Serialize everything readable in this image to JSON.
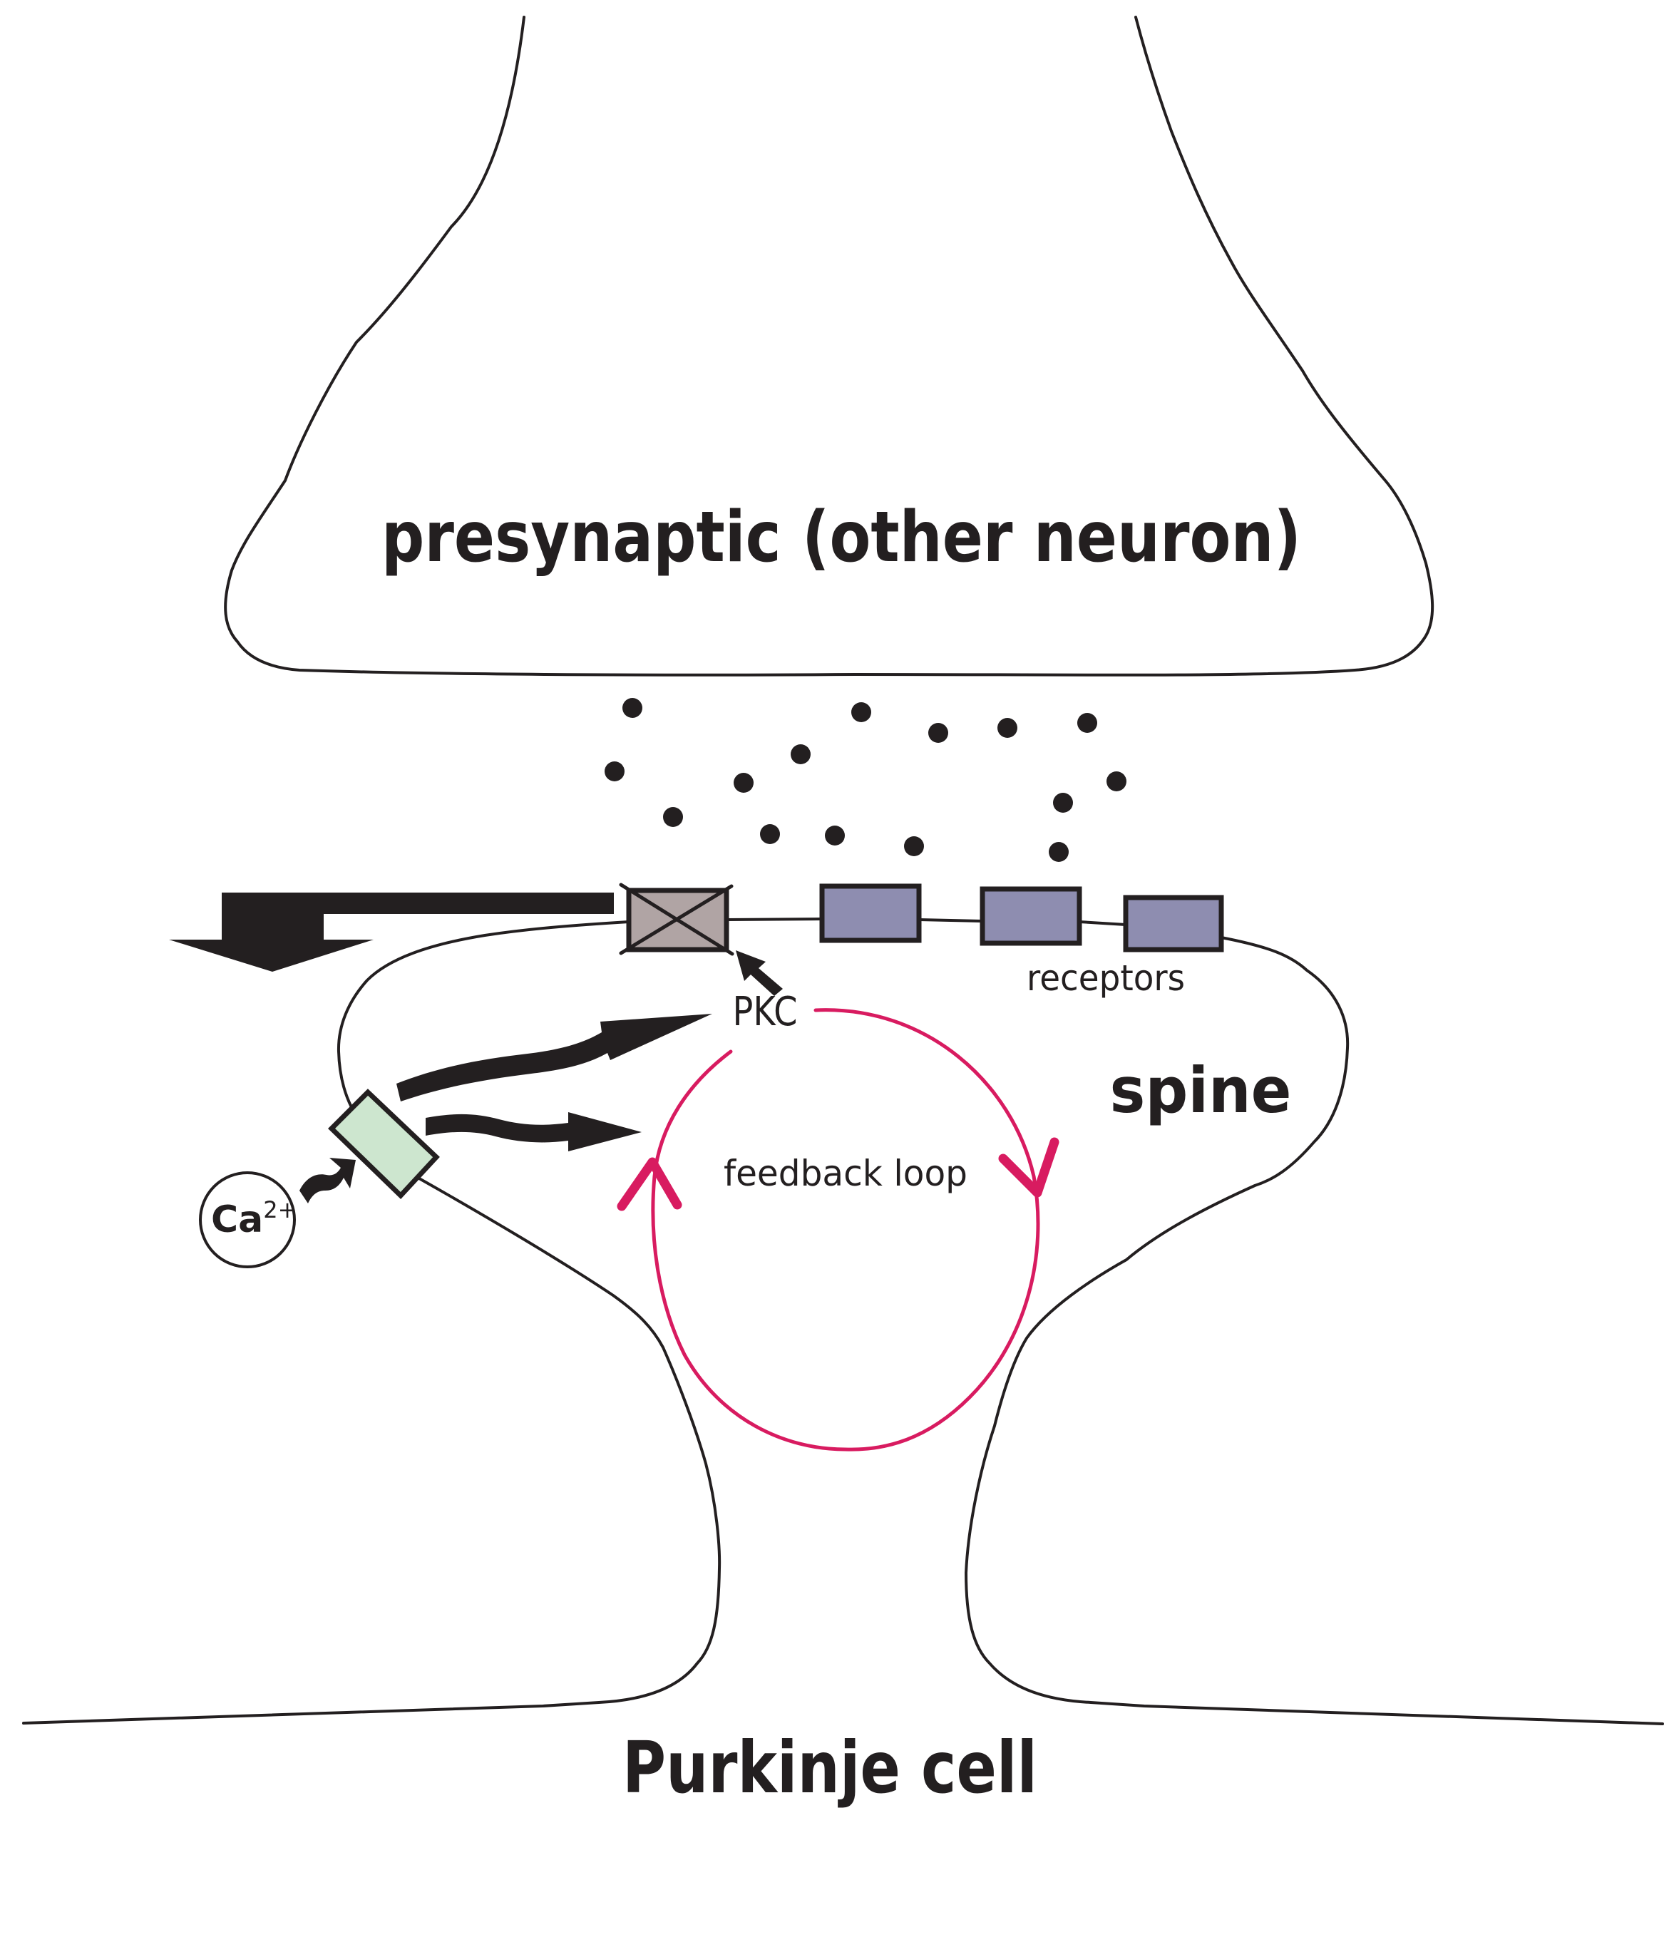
{
  "figure": {
    "type": "synapse-schematic",
    "labels": {
      "presynaptic": "presynaptic (other neuron)",
      "spine": "spine",
      "purkinje": "Purkinje cell",
      "receptors": "receptors",
      "pkc": "PKC",
      "feedback_loop": "feedback loop",
      "calcium_base": "Ca",
      "calcium_charge": "2+"
    },
    "components": {
      "neurotransmitter_vesicles": 15,
      "active_receptors": 3,
      "internalized_receptors": 1,
      "calcium_channels": 1
    },
    "colors": {
      "ink": "#231f20",
      "receptor_fill": "#8e8db0",
      "blocked_receptor_fill": "#b0a4a4",
      "calcium_channel_fill": "#cde6cf",
      "feedback_loop": "#d81b60"
    }
  }
}
